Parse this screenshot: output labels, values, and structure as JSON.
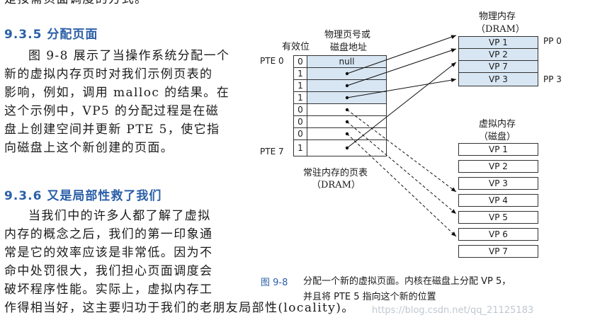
{
  "text": {
    "top_fragment": "是按需页面调度的方式。",
    "sec1_heading": "9.3.5 分配页面",
    "p1": [
      "图 9-8 展示了当操作系统分配一个",
      "新的虚拟内存页时对我们示例页表的",
      "影响，例如，调用 malloc 的结果。在",
      "这个示例中，VP5 的分配过程是在磁",
      "盘上创建空间并更新 PTE 5，使它指",
      "向磁盘上这个新创建的页面。"
    ],
    "sec2_heading": "9.3.6 又是局部性救了我们",
    "p2": [
      "当我们中的许多人都了解了虚拟",
      "内存的概念之后，我们的第一印象通",
      "常是它的效率应该是非常低。因为不",
      "命中处罚很大，我们担心页面调度会",
      "破坏程序性能。实际上，虚拟内存工",
      "作得相当好，这主要归功于我们的老朋友局部性(locality)。"
    ]
  },
  "figure": {
    "valid_header": "有效位",
    "ppn_header_line1": "物理页号或",
    "ppn_header_line2": "磁盘地址",
    "pte_first_label": "PTE 0",
    "pte_last_label": "PTE 7",
    "page_table_valid_bits": [
      "0",
      "1",
      "1",
      "1",
      "0",
      "0",
      "0",
      "1"
    ],
    "page_table_entry0": "null",
    "page_table_caption_line1": "常驻内存的页表",
    "page_table_caption_line2": "（DRAM）",
    "phys_title_line1": "物理内存",
    "phys_title_line2": "（DRAM）",
    "phys_pages": [
      "VP 1",
      "VP 2",
      "VP 7",
      "VP 3"
    ],
    "pp_first_label": "PP 0",
    "pp_last_label": "PP 3",
    "virt_title_line1": "虚拟内存",
    "virt_title_line2": "（磁盘）",
    "virt_pages": [
      "VP 1",
      "VP 2",
      "VP 3",
      "VP 4",
      "VP 5",
      "VP 6",
      "VP 7"
    ],
    "caption_label": "图 9-8",
    "caption_line1": "分配一个新的虚拟页面。内核在磁盘上分配 VP 5，",
    "caption_line2": "并且将 PTE 5 指向这个新的位置"
  },
  "watermark": "https://blog.csdn.net/qq_21125183"
}
